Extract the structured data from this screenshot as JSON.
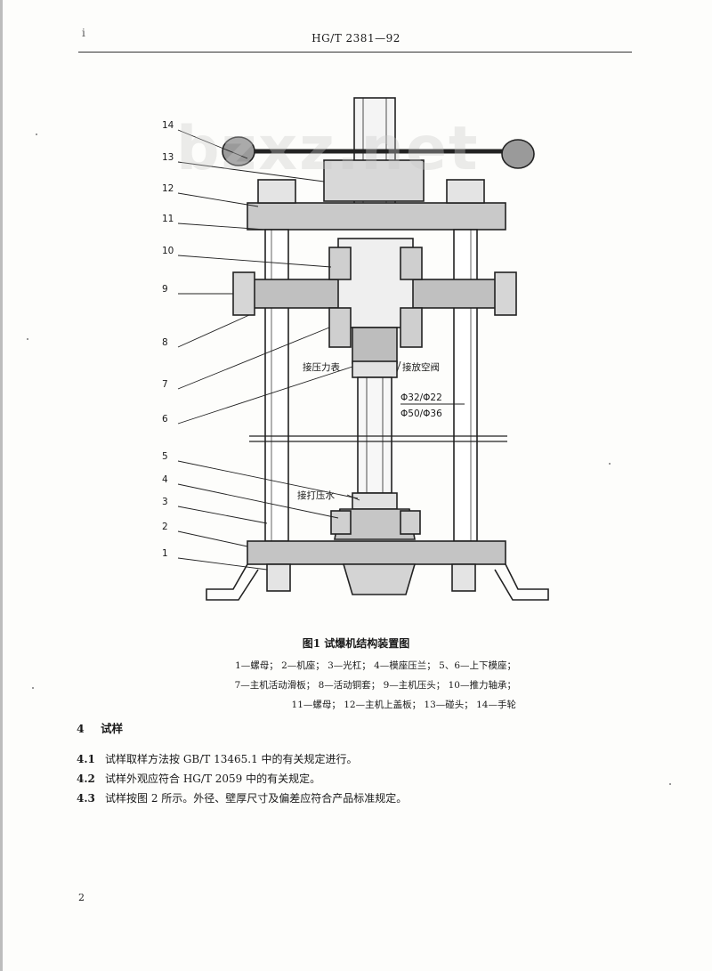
{
  "header": {
    "standard": "HG/T 2381—92",
    "corner_mark": "ⅰ"
  },
  "watermark": "bzxz.net",
  "figure": {
    "callouts": [
      "14",
      "13",
      "12",
      "11",
      "10",
      "9",
      "8",
      "7",
      "6",
      "5",
      "4",
      "3",
      "2",
      "1"
    ],
    "annotations": {
      "pressure_gauge": "接压力表",
      "air_valve": "接放空阀",
      "diameter_1": "Φ32/Φ22",
      "diameter_2": "Φ50/Φ36",
      "water_pump": "接打压水"
    }
  },
  "caption": "图1  试爆机结构装置图",
  "legend": {
    "line1": "1—螺母； 2—机座； 3—光杠； 4—模座压兰； 5、6—上下模座；",
    "line2": "7—主机活动滑板； 8—活动铜套； 9—主机压头； 10—推力轴承；",
    "line3": "11—螺母； 12—主机上盖板； 13—碰头； 14—手轮"
  },
  "section": {
    "number": "4",
    "title": "试样"
  },
  "paragraphs": [
    {
      "num": "4.1",
      "text": "试样取样方法按 GB/T 13465.1 中的有关规定进行。"
    },
    {
      "num": "4.2",
      "text": "试样外观应符合 HG/T 2059 中的有关规定。"
    },
    {
      "num": "4.3",
      "text": "试样按图 2 所示。外径、壁厚尺寸及偏差应符合产品标准规定。"
    }
  ],
  "page_number": "2"
}
